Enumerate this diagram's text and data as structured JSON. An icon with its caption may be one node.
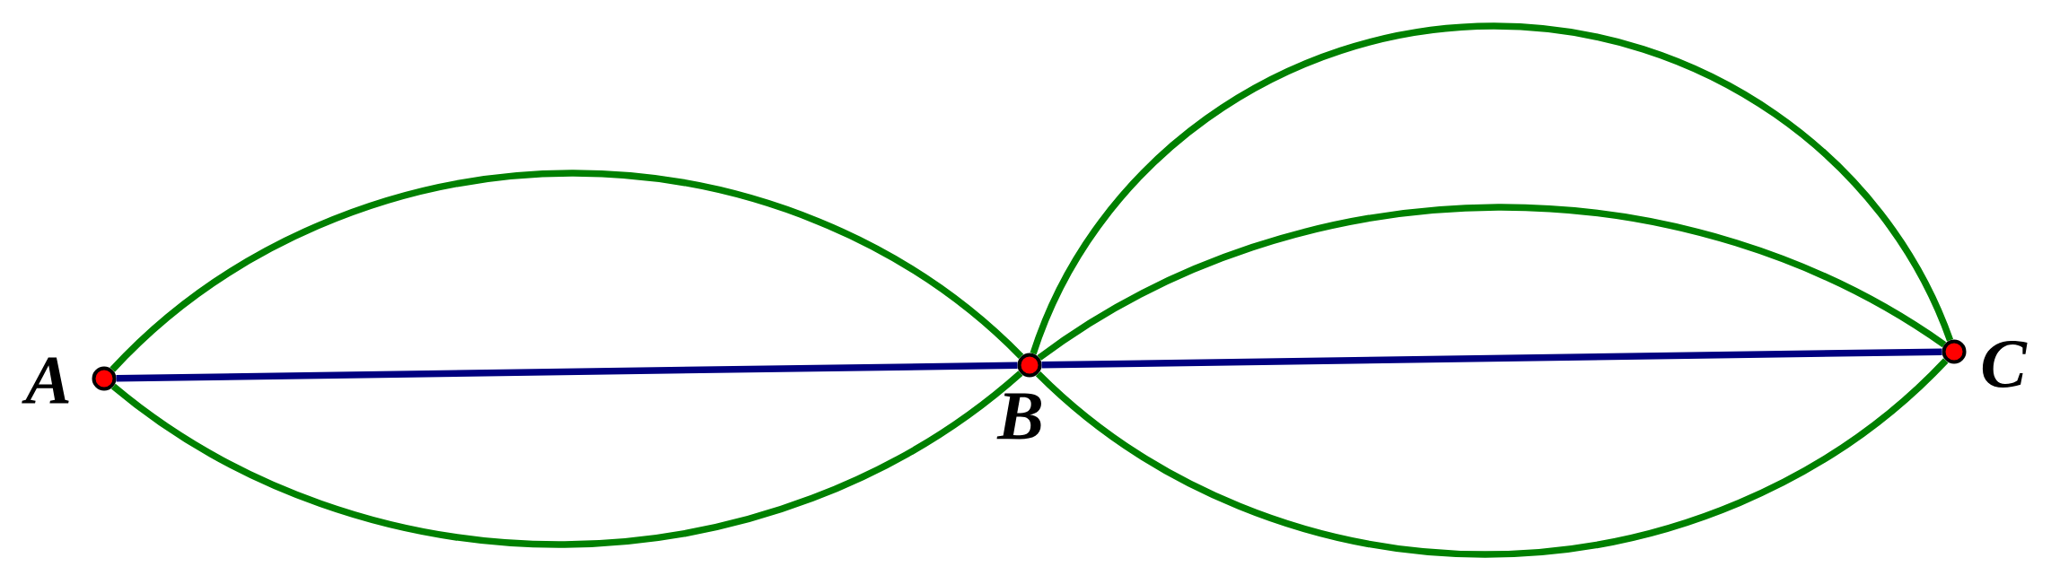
{
  "diagram": {
    "nodes": [
      {
        "text": [],
        "shape": "circle",
        "beside": [
          "A"
        ]
      },
      {
        "text": [],
        "shape": "circle",
        "beside": [
          "B"
        ]
      },
      {
        "text": [],
        "shape": "circle",
        "beside": [
          "C"
        ]
      }
    ],
    "edges": [
      {
        "from": 0,
        "to": 1,
        "arrow": "none",
        "color": "#000080"
      },
      {
        "from": 1,
        "to": 2,
        "arrow": "none",
        "color": "#000080"
      },
      {
        "from": 0,
        "to": 1,
        "arrow": "none"
      },
      {
        "from": 0,
        "to": 1,
        "arrow": "none"
      },
      {
        "from": 1,
        "to": 2,
        "arrow": "none"
      },
      {
        "from": 1,
        "to": 2,
        "arrow": "none"
      },
      {
        "from": 1,
        "to": 2,
        "arrow": "none"
      }
    ]
  }
}
